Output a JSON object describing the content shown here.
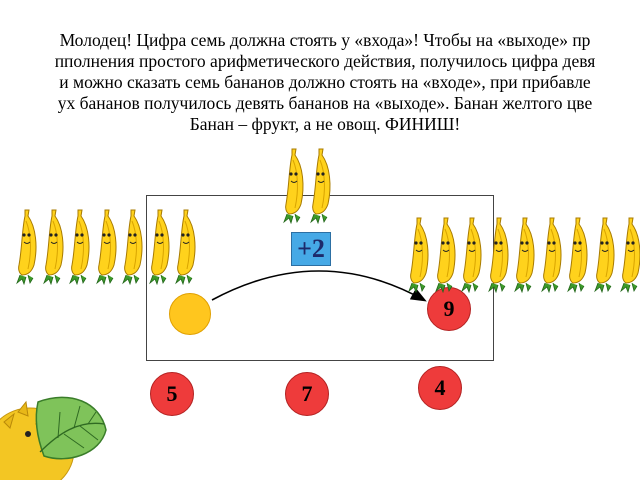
{
  "slide": {
    "message_lines": [
      "Молодец!  Цифра семь должна стоять у «входа»! Чтобы на «выходе» пр",
      "пполнения простого арифметического действия, получилось цифра девя",
      "и можно сказать семь бананов должно стоять на «входе», при  прибавле",
      "ух бананов получилось девять бананов на «выходе». Банан желтого цве",
      "Банан – фрукт, а не овощ.  ФИНИШ!"
    ],
    "operation_label": "+2",
    "output_value": "9",
    "choices": [
      "5",
      "7",
      "4"
    ],
    "input_banana_count": 7,
    "added_banana_count": 2,
    "output_banana_count": 9
  },
  "colors": {
    "choice_red": "#ee3b3b",
    "input_yellow": "#ffc61e",
    "operation_blue": "#46a9e6",
    "banana_yellow": "#ffd21c"
  }
}
